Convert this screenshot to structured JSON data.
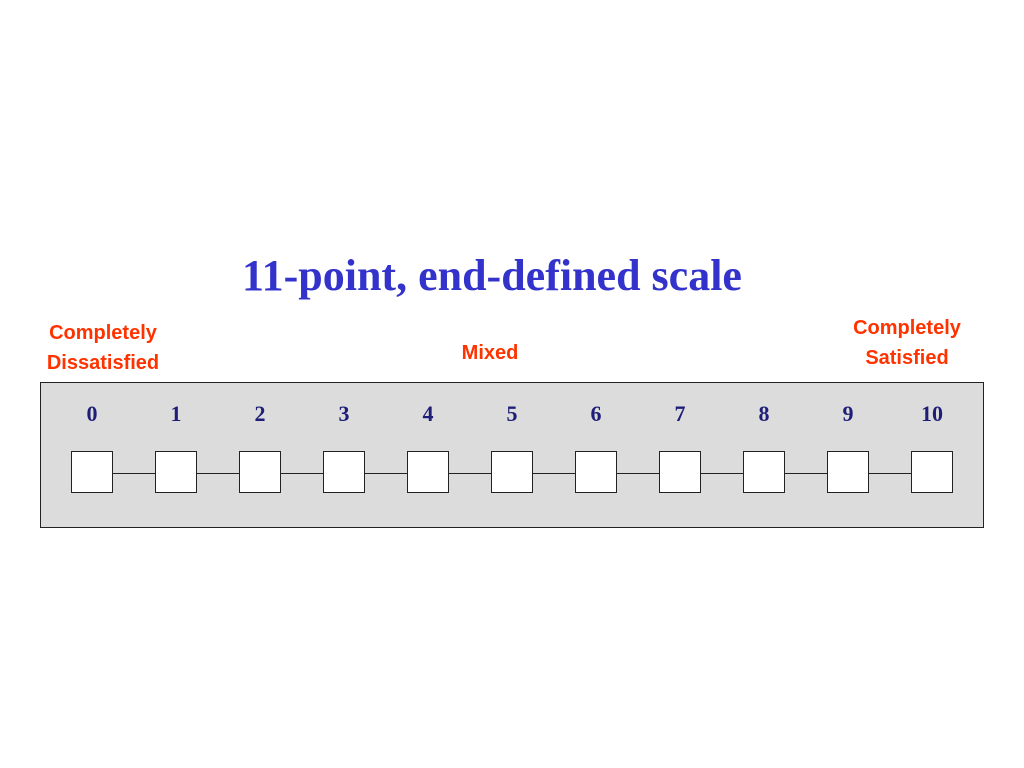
{
  "title": "11-point, end-defined scale",
  "anchors": {
    "left": [
      "Completely",
      "Dissatisfied"
    ],
    "middle": "Mixed",
    "right": [
      "Completely",
      "Satisfied"
    ]
  },
  "scale": {
    "points": [
      "0",
      "1",
      "2",
      "3",
      "4",
      "5",
      "6",
      "7",
      "8",
      "9",
      "10"
    ]
  },
  "colors": {
    "title": "#3333cc",
    "anchor_text": "#ff3300",
    "numbers": "#1e1e78",
    "panel": "#dcdcdc",
    "box": "#ffffff",
    "outline": "#222222"
  }
}
